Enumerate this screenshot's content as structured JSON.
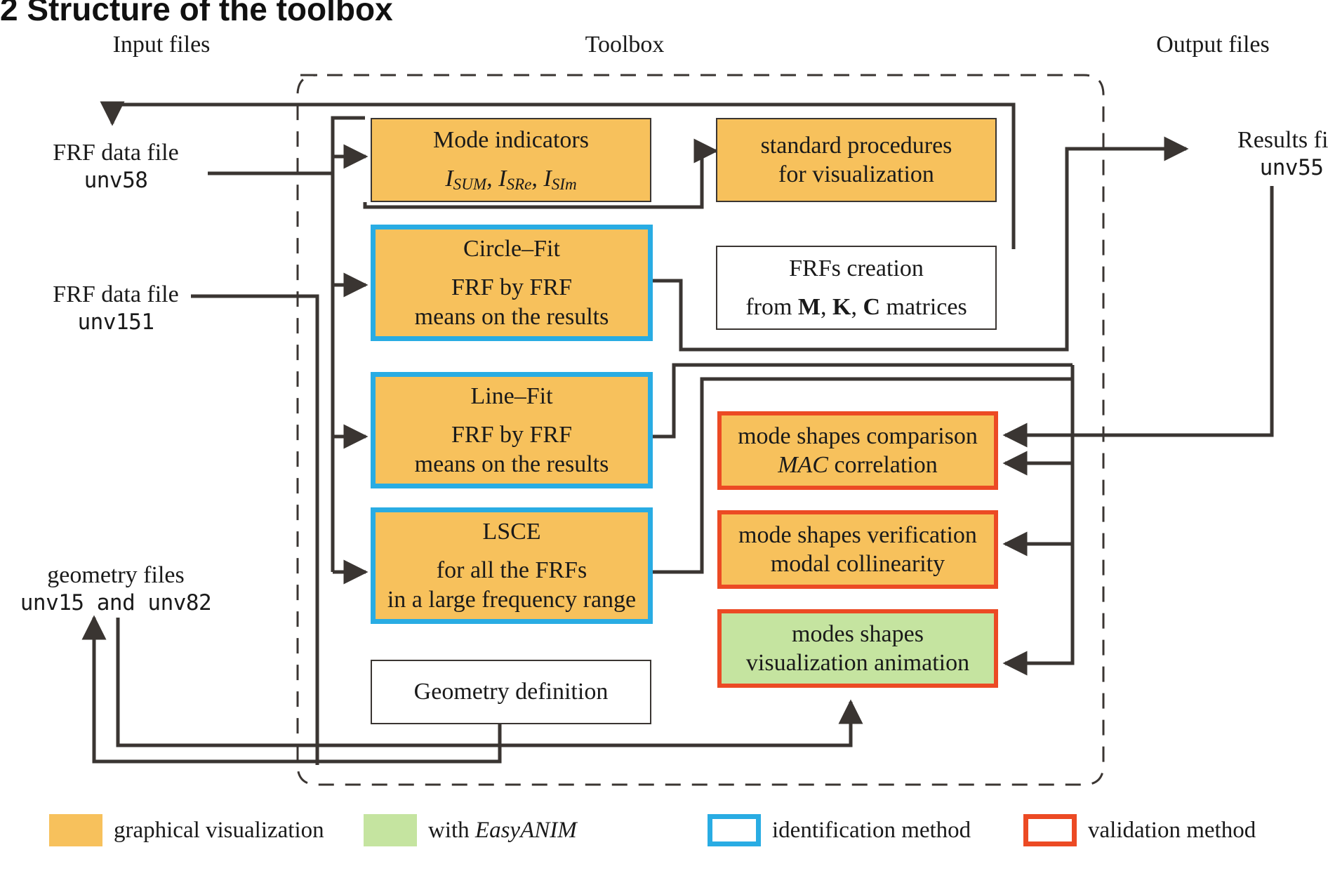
{
  "page": {
    "section_title": "2  Structure of the toolbox",
    "column_headers": {
      "input": "Input files",
      "toolbox": "Toolbox",
      "output": "Output files"
    }
  },
  "colors": {
    "fill_orange": "#f7c15c",
    "fill_green": "#c5e4a0",
    "fill_white": "#ffffff",
    "border_identification": "#29ace3",
    "border_validation": "#ec4a24",
    "line": "#3a3532"
  },
  "input_files": [
    {
      "name": "frf-unv58",
      "line1": "FRF data file",
      "line2": "unv58"
    },
    {
      "name": "frf-unv151",
      "line1": "FRF data file",
      "line2": "unv151"
    },
    {
      "name": "geometry-files",
      "line1": "geometry files",
      "line2": "unv15 and unv82"
    }
  ],
  "output_files": [
    {
      "name": "results-file",
      "line1": "Results file",
      "line2": "unv55"
    }
  ],
  "boxes": [
    {
      "id": "mode-indicators",
      "kind": "graphical",
      "lines": [
        "Mode indicators"
      ],
      "formula": "I_SUM, I_SRe, I_SIm",
      "formula_parts": [
        {
          "base": "I",
          "sub": "SUM"
        },
        {
          "base": "I",
          "sub": "SRe"
        },
        {
          "base": "I",
          "sub": "SIm"
        }
      ]
    },
    {
      "id": "standard-procedures",
      "kind": "graphical",
      "lines": [
        "standard procedures",
        "for visualization"
      ]
    },
    {
      "id": "circle-fit",
      "kind": "identification",
      "title": "Circle–Fit",
      "lines": [
        "FRF by FRF",
        "means on the results"
      ]
    },
    {
      "id": "frfs-creation",
      "kind": "plain",
      "lines": [
        "FRFs creation",
        "from M, K, C matrices"
      ],
      "matrices": [
        "M",
        "K",
        "C"
      ]
    },
    {
      "id": "line-fit",
      "kind": "identification",
      "title": "Line–Fit",
      "lines": [
        "FRF by FRF",
        "means on the results"
      ]
    },
    {
      "id": "mode-shapes-comparison",
      "kind": "validation",
      "lines": [
        "mode shapes comparison",
        "MAC correlation"
      ],
      "italic_token": "MAC"
    },
    {
      "id": "lsce",
      "kind": "identification",
      "title": "LSCE",
      "lines": [
        "for all the FRFs",
        "in a large frequency range"
      ]
    },
    {
      "id": "mode-shapes-verification",
      "kind": "validation",
      "lines": [
        "mode shapes verification",
        "modal collinearity"
      ]
    },
    {
      "id": "modes-shapes-animation",
      "kind": "validation-green",
      "lines": [
        "modes shapes",
        "visualization animation"
      ]
    },
    {
      "id": "geometry-definition",
      "kind": "plain",
      "lines": [
        "Geometry definition"
      ]
    }
  ],
  "legend": [
    {
      "id": "legend-graphical",
      "swatch": "orange",
      "label": "graphical visualization"
    },
    {
      "id": "legend-easyanim",
      "swatch": "green",
      "label": "with EasyANIM",
      "italic_token": "EasyANIM"
    },
    {
      "id": "legend-identification",
      "swatch": "blue",
      "label": "identification method"
    },
    {
      "id": "legend-validation",
      "swatch": "red",
      "label": "validation method"
    }
  ]
}
